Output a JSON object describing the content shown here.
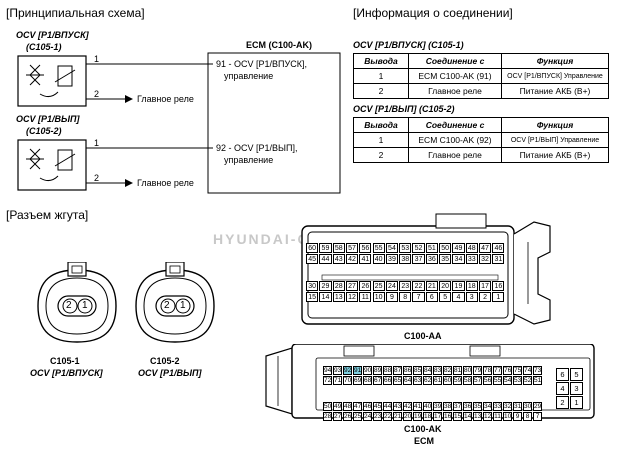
{
  "sections": {
    "schematic": "[Принципиальная схема]",
    "connection": "[Информация о соединении]",
    "harness": "[Разъем жгута]"
  },
  "schematic": {
    "ocv1_title": "OCV [P1/ВПУСК]",
    "ocv1_code": "(C105-1)",
    "ocv2_title": "OCV [P1/ВЫП]",
    "ocv2_code": "(C105-2)",
    "ecm_title": "ECM (C100-AK)",
    "pin1": "1",
    "pin2": "2",
    "main_relay": "Главное реле",
    "ecm_pin91_a": "91 - OCV [P1/ВПУСК],",
    "ecm_pin91_b": "управление",
    "ecm_pin92_a": "92 - OCV [P1/ВЫП],",
    "ecm_pin92_b": "управление"
  },
  "tables": [
    {
      "title": "OCV [P1/ВПУСК] (C105-1)",
      "headers": [
        "Вывода",
        "Соединение с",
        "Функция"
      ],
      "rows": [
        [
          "1",
          "ECM C100-AK (91)",
          "OCV [P1/ВПУСК] Управление"
        ],
        [
          "2",
          "Главное реле",
          "Питание АКБ (B+)"
        ]
      ]
    },
    {
      "title": "OCV [P1/ВЫП] (C105-2)",
      "headers": [
        "Вывода",
        "Соединение с",
        "Функция"
      ],
      "rows": [
        [
          "1",
          "ECM C100-AK (92)",
          "OCV [P1/ВЫП] Управление"
        ],
        [
          "2",
          "Главное реле",
          "Питание АКБ (B+)"
        ]
      ]
    }
  ],
  "watermark": "HYUNDAI-CRETA.NET",
  "connectors": {
    "c105_1_name": "C105-1",
    "c105_1_desc": "OCV [P1/ВПУСК]",
    "c105_2_name": "C105-2",
    "c105_2_desc": "OCV [P1/ВЫП]",
    "pin_a": "2",
    "pin_b": "1",
    "c100aa_name": "C100-AA",
    "c100ak_name": "C100-AK",
    "c100ak_sub": "ECM",
    "aa_rows": [
      [
        "60",
        "59",
        "58",
        "57",
        "56",
        "55",
        "54",
        "53",
        "52",
        "51",
        "50",
        "49",
        "48",
        "47",
        "46"
      ],
      [
        "45",
        "44",
        "43",
        "42",
        "41",
        "40",
        "39",
        "38",
        "37",
        "36",
        "35",
        "34",
        "33",
        "32",
        "31"
      ],
      [
        "30",
        "29",
        "28",
        "27",
        "26",
        "25",
        "24",
        "23",
        "22",
        "21",
        "20",
        "19",
        "18",
        "17",
        "16"
      ],
      [
        "15",
        "14",
        "13",
        "12",
        "11",
        "10",
        "9",
        "8",
        "7",
        "6",
        "5",
        "4",
        "3",
        "2",
        "1"
      ]
    ],
    "ak_rows": [
      [
        "94",
        "93",
        "92",
        "91",
        "90",
        "89",
        "88",
        "87",
        "86",
        "85",
        "84",
        "83",
        "82",
        "81",
        "80",
        "79",
        "78",
        "77",
        "76",
        "75",
        "74",
        "73"
      ],
      [
        "72",
        "71",
        "70",
        "69",
        "68",
        "67",
        "66",
        "65",
        "64",
        "63",
        "62",
        "61",
        "60",
        "59",
        "58",
        "57",
        "56",
        "55",
        "54",
        "53",
        "52",
        "51"
      ],
      [
        "50",
        "49",
        "48",
        "47",
        "46",
        "45",
        "44",
        "43",
        "42",
        "41",
        "40",
        "39",
        "38",
        "37",
        "36",
        "35",
        "34",
        "33",
        "32",
        "31",
        "30",
        "29"
      ],
      [
        "28",
        "27",
        "26",
        "25",
        "24",
        "23",
        "22",
        "21",
        "20",
        "19",
        "18",
        "17",
        "16",
        "15",
        "14",
        "13",
        "12",
        "11",
        "10",
        "9",
        "8",
        "7"
      ]
    ],
    "ak_side": [
      [
        "6",
        "5"
      ],
      [
        "4",
        "3"
      ],
      [
        "2",
        "1"
      ]
    ],
    "highlight": [
      "92",
      "91"
    ],
    "highlight_color": "#7fd0e0"
  }
}
